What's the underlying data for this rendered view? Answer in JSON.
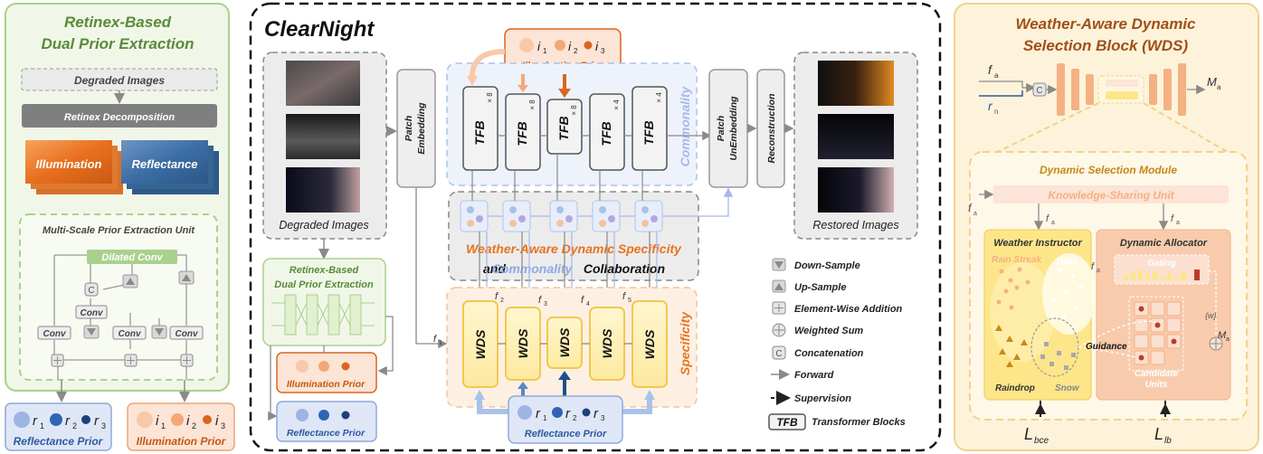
{
  "left_panel": {
    "title_line1": "Retinex-Based",
    "title_line2": "Dual Prior Extraction",
    "degraded_images": "Degraded Images",
    "retinex_decomposition": "Retinex Decomposition",
    "illumination": "Illumination",
    "reflectance": "Reflectance",
    "ms_unit_title": "Multi-Scale Prior Extraction Unit",
    "dilated_conv": "Dilated Conv",
    "conv": "Conv",
    "c": "C",
    "reflectance_prior": "Reflectance Prior",
    "illumination_prior": "Illumination Prior",
    "r1": "r",
    "r1_sub": "1",
    "r2": "r",
    "r2_sub": "2",
    "r3": "r",
    "r3_sub": "3",
    "i1": "i",
    "i1_sub": "1",
    "i2": "i",
    "i2_sub": "2",
    "i3": "i",
    "i3_sub": "3"
  },
  "middle_panel": {
    "title": "ClearNight",
    "degraded_images": "Degraded Images",
    "patch_embedding_1": "Patch",
    "patch_embedding_2": "Embedding",
    "patch_unembedding_1": "Patch",
    "patch_unembedding_2": "UnEmbedding",
    "reconstruction": "Reconstruction",
    "restored_images": "Restored  Images",
    "illumination_prior": "Illumination Prior",
    "reflectance_prior": "Reflectance Prior",
    "tfb": "TFB",
    "tfb_mults": [
      "× 8",
      "× 8",
      "× 8",
      "× 4",
      "× 4"
    ],
    "wds": "WDS",
    "commonality_label": "Commonality",
    "specificity_label": "Specificity",
    "collab_line1": "Weather-Aware Dynamic Specificity",
    "collab_and": "and",
    "collab_commonality": "Commonality",
    "collab_collaboration": "Collaboration",
    "f_labels": [
      "f",
      "f",
      "f",
      "f",
      "f"
    ],
    "f_subs": [
      "1",
      "2",
      "3",
      "4",
      "5"
    ],
    "mini_title_1": "Retinex-Based",
    "mini_title_2": "Dual Prior Extraction"
  },
  "legend": {
    "items": [
      {
        "icon": "down-sample",
        "label": "Down-Sample"
      },
      {
        "icon": "up-sample",
        "label": "Up-Sample"
      },
      {
        "icon": "element-wise-addition",
        "label": "Element-Wise  Addition"
      },
      {
        "icon": "weighted-sum",
        "label": "Weighted  Sum"
      },
      {
        "icon": "concatenation",
        "label": "Concatenation"
      },
      {
        "icon": "forward",
        "label": "Forward"
      },
      {
        "icon": "supervision",
        "label": "Supervision"
      },
      {
        "icon": "tfb",
        "label": "Transformer Blocks"
      }
    ],
    "tfb_tag": "TFB",
    "c_tag": "C"
  },
  "right_panel": {
    "title_line1": "Weather-Aware Dynamic",
    "title_line2": "Selection Block (WDS)",
    "fa": "f",
    "fa_sub": "a",
    "rn": "r",
    "rn_sub": "n",
    "ma": "M",
    "ma_sub": "a",
    "c": "C",
    "dsm_title": "Dynamic Selection Module",
    "ksu": "Knowledge-Sharing Unit",
    "fa_prime": "f",
    "fa_prime_sub": "a",
    "fa_bar": "f",
    "fa_bar_sub": "a",
    "weather_instructor": "Weather Instructor",
    "dynamic_allocator": "Dynamic Allocator",
    "rain_streak": "Rain Streak",
    "haze": "Haze",
    "raindrop": "Raindrop",
    "snow": "Snow",
    "guidance": "Guidance",
    "gating": "Gating",
    "candidate_1": "Candidate",
    "candidate_2": "Units",
    "w": "{w}",
    "ma_bar": "M",
    "ma_bar_sub": "a",
    "loss_bce": "L",
    "loss_bce_sub": "bce",
    "loss_lb": "L",
    "loss_lb_sub": "lb"
  }
}
